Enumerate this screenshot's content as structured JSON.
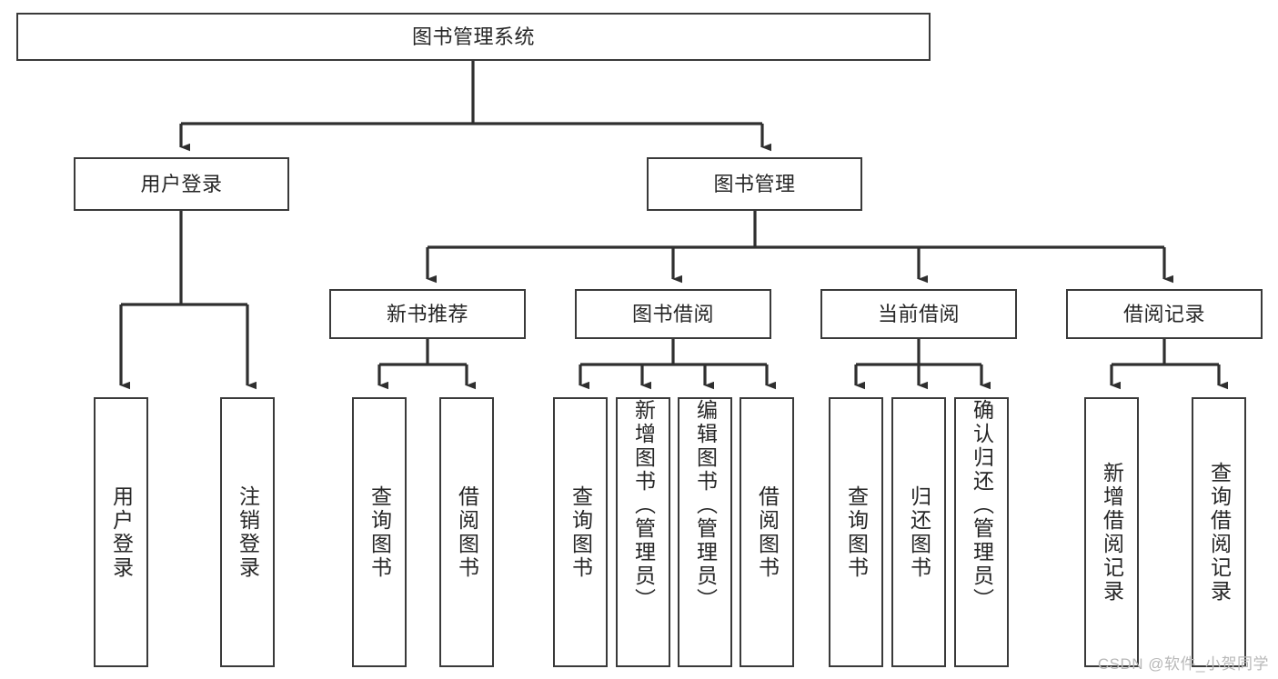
{
  "diagram": {
    "title": "图书管理系统",
    "type": "tree",
    "watermark": "CSDN @软件_小贺同学",
    "colors": {
      "box_border": "#3a3a3a",
      "box_fill": "#ffffff",
      "edge": "#2f2f2f",
      "text": "#262626",
      "watermark": "#b8b8b8"
    },
    "levels": {
      "root": [
        "图书管理系统"
      ],
      "level2": [
        "用户登录",
        "图书管理"
      ],
      "level3": [
        "新书推荐",
        "图书借阅",
        "当前借阅",
        "借阅记录"
      ],
      "leaves": [
        "用户登录",
        "注销登录",
        "查询图书",
        "借阅图书",
        "查询图书",
        "新增图书（管理员）",
        "编辑图书（管理员）",
        "借阅图书",
        "查询图书",
        "归还图书",
        "确认归还（管理员）",
        "新增借阅记录",
        "查询借阅记录"
      ]
    }
  },
  "nodes": {
    "root": {
      "label": "图书管理系统"
    },
    "user_login": {
      "label": "用户登录"
    },
    "book_manage": {
      "label": "图书管理"
    },
    "new_book_rec": {
      "label": "新书推荐"
    },
    "book_borrow": {
      "label": "图书借阅"
    },
    "current_borrow": {
      "label": "当前借阅"
    },
    "borrow_record": {
      "label": "借阅记录"
    },
    "leaf_user_login": {
      "label": "用户登录"
    },
    "leaf_logout": {
      "label": "注销登录"
    },
    "leaf_query_book_a": {
      "label": "查询图书"
    },
    "leaf_borrow_book_a": {
      "label": "借阅图书"
    },
    "leaf_query_book_b": {
      "label": "查询图书"
    },
    "leaf_add_book": {
      "label": "新增图书（管理员）"
    },
    "leaf_edit_book": {
      "label": "编辑图书（管理员）"
    },
    "leaf_borrow_book_b": {
      "label": "借阅图书"
    },
    "leaf_query_book_c": {
      "label": "查询图书"
    },
    "leaf_return_book": {
      "label": "归还图书"
    },
    "leaf_confirm_return": {
      "label": "确认归还（管理员）"
    },
    "leaf_add_record": {
      "label": "新增借阅记录"
    },
    "leaf_query_record": {
      "label": "查询借阅记录"
    }
  }
}
